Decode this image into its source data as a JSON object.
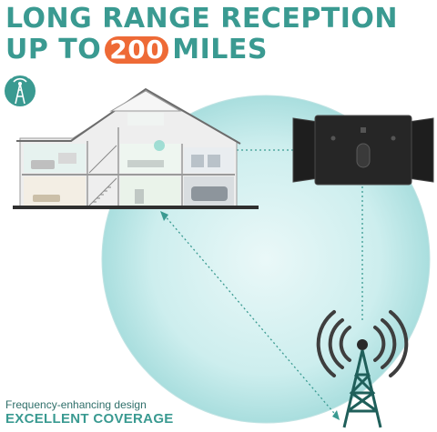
{
  "headline": {
    "line1": "LONG RANGE RECEPTION",
    "line2_prefix": "UP TO",
    "line2_number": "200",
    "line2_suffix": "MILES"
  },
  "caption": {
    "subtitle": "Frequency-enhancing design",
    "title": "EXCELLENT COVERAGE"
  },
  "icons": [
    "antenna-badge-icon",
    "house-illustration",
    "flat-tv-antenna",
    "broadcast-tower-icon"
  ],
  "colors": {
    "teal": "#3a9a91",
    "highlight": "#ee6a36",
    "coverage_circle": "#cfeeee",
    "antenna_body": "#1e1e1e"
  }
}
